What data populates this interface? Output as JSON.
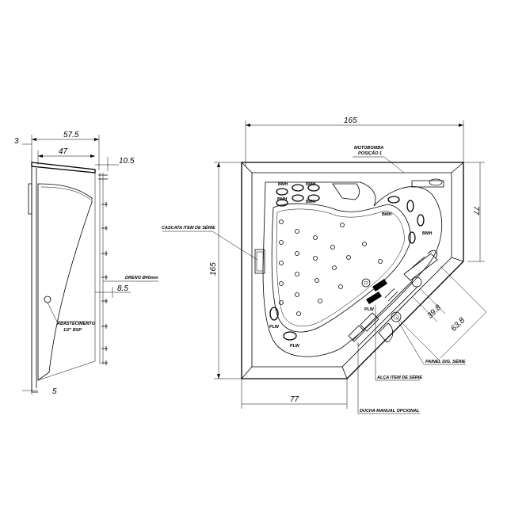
{
  "side_view": {
    "dims": {
      "overall_width": "57.5",
      "inner_width": "47",
      "rim_offset": "3",
      "top_offset": "10.5",
      "side_offset": "8.5",
      "base_offset": "5"
    },
    "labels": {
      "supply": "ABASTECIMENTO",
      "supply_size": "1/2\" BSP",
      "drain": "DRENO Ø40mm"
    }
  },
  "top_view": {
    "dims": {
      "width": "165",
      "height": "165",
      "right_offset": "77",
      "bottom_offset": "77",
      "panel_offset": "39.8",
      "panel_length": "63.8"
    },
    "labels": {
      "pump_line1": "MOTOBOMBA",
      "pump_line2": "POSIÇÃO 1",
      "waterfall": "CASCATA ITEM DE SÉRIE",
      "handle": "ALÇA ITEM DE SÉRIE",
      "panel": "PAINEL DIG. SÉRIE",
      "shower": "DUCHA MANUAL OPCIONAL"
    },
    "jets": {
      "bmh": "BMH",
      "plw": "PLW"
    }
  }
}
